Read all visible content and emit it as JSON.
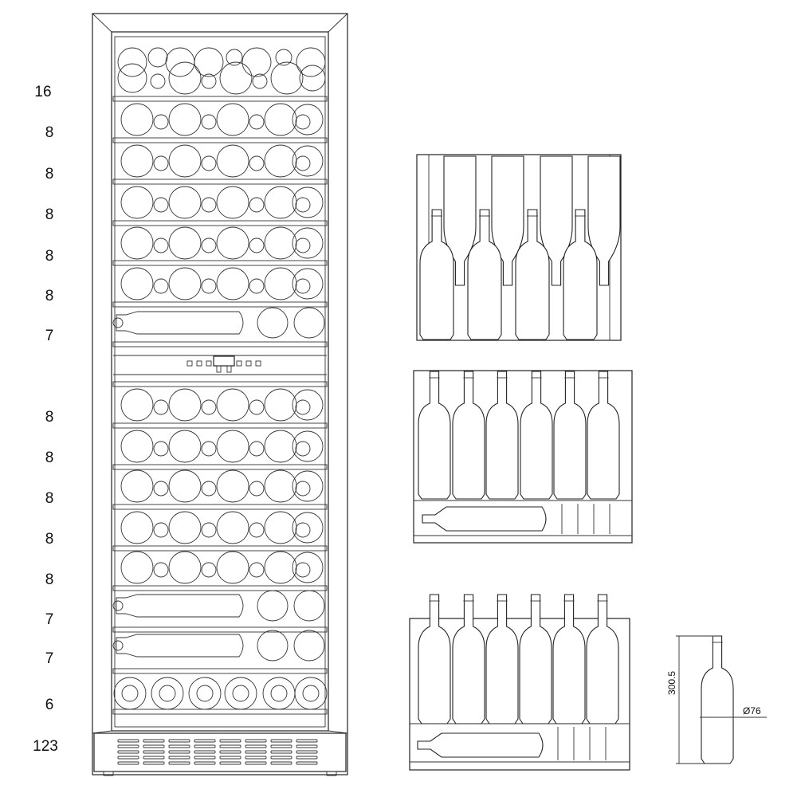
{
  "rack_counts": [
    "16",
    "8",
    "8",
    "8",
    "8",
    "8",
    "7",
    "8",
    "8",
    "8",
    "8",
    "8",
    "7",
    "7",
    "6"
  ],
  "total": "123",
  "bottle_dimensions": {
    "height": "300.5",
    "diameter": "Ø76"
  },
  "colors": {
    "line": "#222222",
    "background": "#ffffff"
  }
}
